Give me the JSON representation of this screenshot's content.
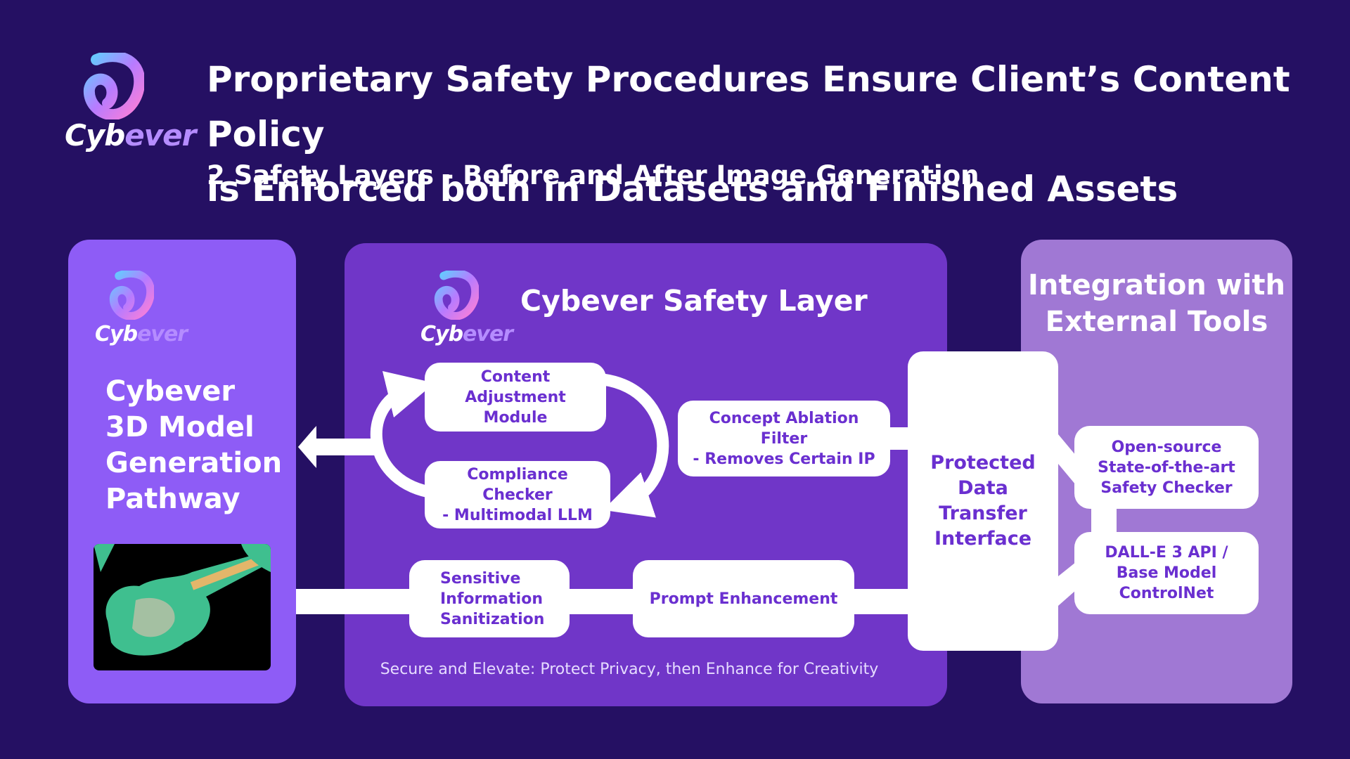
{
  "header": {
    "brand": {
      "cyb": "Cyb",
      "ever": "ever"
    },
    "title_line1": "Proprietary Safety Procedures Ensure Client’s Content Policy",
    "title_line2": "is Enforced both in Datasets and Finished Assets",
    "subtitle": "2 Safety Layers - Before and After Image Generation"
  },
  "left_panel": {
    "brand": {
      "cyb": "Cyb",
      "ever": "ever"
    },
    "heading_lines": [
      "Cybever",
      "3D Model",
      "Generation",
      "Pathway"
    ],
    "image_icon": "guitar-image"
  },
  "mid_panel": {
    "brand": {
      "cyb": "Cyb",
      "ever": "ever"
    },
    "heading": "Cybever Safety Layer",
    "boxes": {
      "content_adjustment": [
        "Content Adjustment",
        "Module"
      ],
      "compliance_checker": [
        "Compliance Checker",
        "- Multimodal LLM"
      ],
      "concept_ablation": [
        "Concept Ablation Filter",
        "- Removes Certain IP"
      ],
      "sensitive_info": [
        "Sensitive",
        "Information",
        "Sanitization"
      ],
      "prompt_enhancement": "Prompt Enhancement"
    },
    "caption": "Secure and Elevate: Protect Privacy, then Enhance for Creativity"
  },
  "protected_interface": [
    "Protected",
    "Data",
    "Transfer",
    "Interface"
  ],
  "right_panel": {
    "heading_lines": [
      "Integration with",
      "External Tools"
    ],
    "boxes": {
      "safety_checker": [
        "Open-source",
        "State-of-the-art",
        "Safety Checker"
      ],
      "dalle": [
        "DALL-E 3 API /",
        "Base Model",
        "ControlNet"
      ]
    }
  },
  "colors": {
    "background": "#251063",
    "left_panel": "#8e5cf6",
    "mid_panel": "#7036c8",
    "right_panel": "#a078d4",
    "box_text": "#6a2fd0",
    "brand_accent": "#b58cff"
  }
}
